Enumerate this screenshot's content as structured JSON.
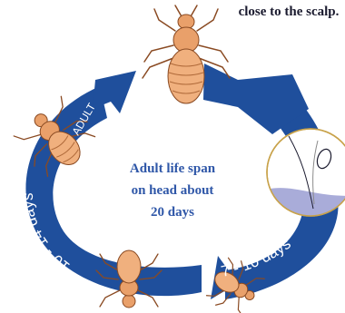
{
  "header_text": "close to the scalp.",
  "center_text": {
    "line1": "Adult life span",
    "line2": "on head about",
    "line3": "20 days"
  },
  "arc_labels": {
    "adult": "ADULT",
    "left_duration": "10 - 14 days",
    "right_duration": "7 - 10 days"
  },
  "colors": {
    "arrow_blue": "#1f4f9c",
    "center_text": "#2f57a8",
    "louse_body": "#e9a06a",
    "louse_outline": "#8a4a22",
    "egg_fill": "#a9acd9"
  },
  "icons": [
    "adult-louse-icon",
    "nymph-louse-icon",
    "egg-on-hair-icon"
  ]
}
